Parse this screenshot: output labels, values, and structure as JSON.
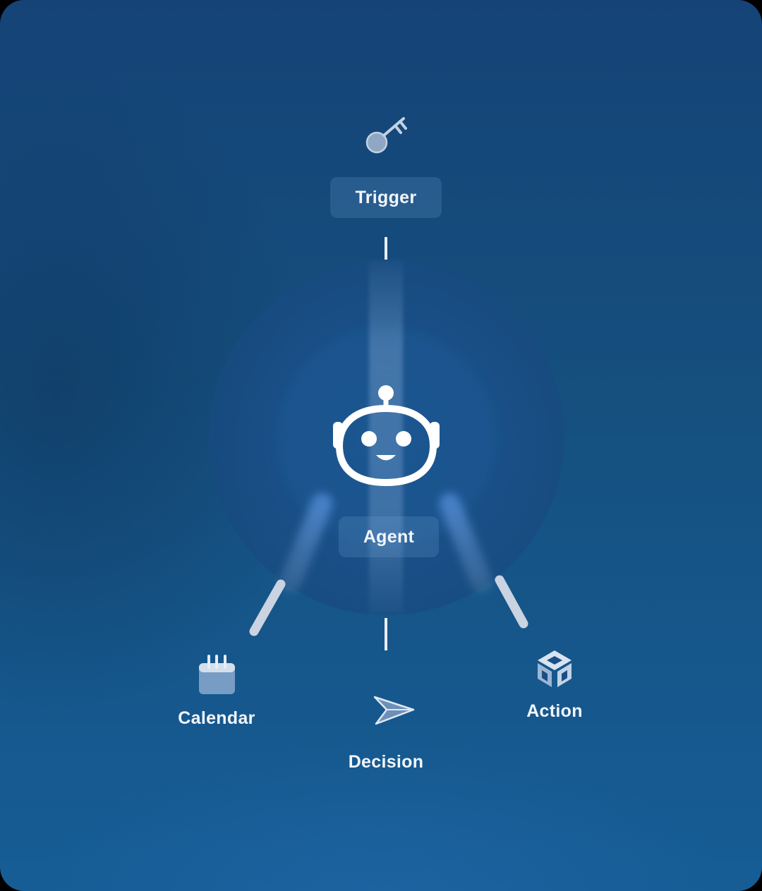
{
  "nodes": {
    "trigger": {
      "label": "Trigger",
      "icon": "key-icon"
    },
    "agent": {
      "label": "Agent",
      "icon": "robot-icon"
    },
    "calendar": {
      "label": "Calendar",
      "icon": "calendar-icon"
    },
    "decision": {
      "label": "Decision",
      "icon": "paper-plane-icon"
    },
    "action": {
      "label": "Action",
      "icon": "cube-icon"
    }
  },
  "colors": {
    "background_top": "#154377",
    "background_bottom": "#165d96",
    "foreground": "#f2f6fb",
    "connector": "#c9d3e1",
    "glow": "#4a86d0"
  }
}
